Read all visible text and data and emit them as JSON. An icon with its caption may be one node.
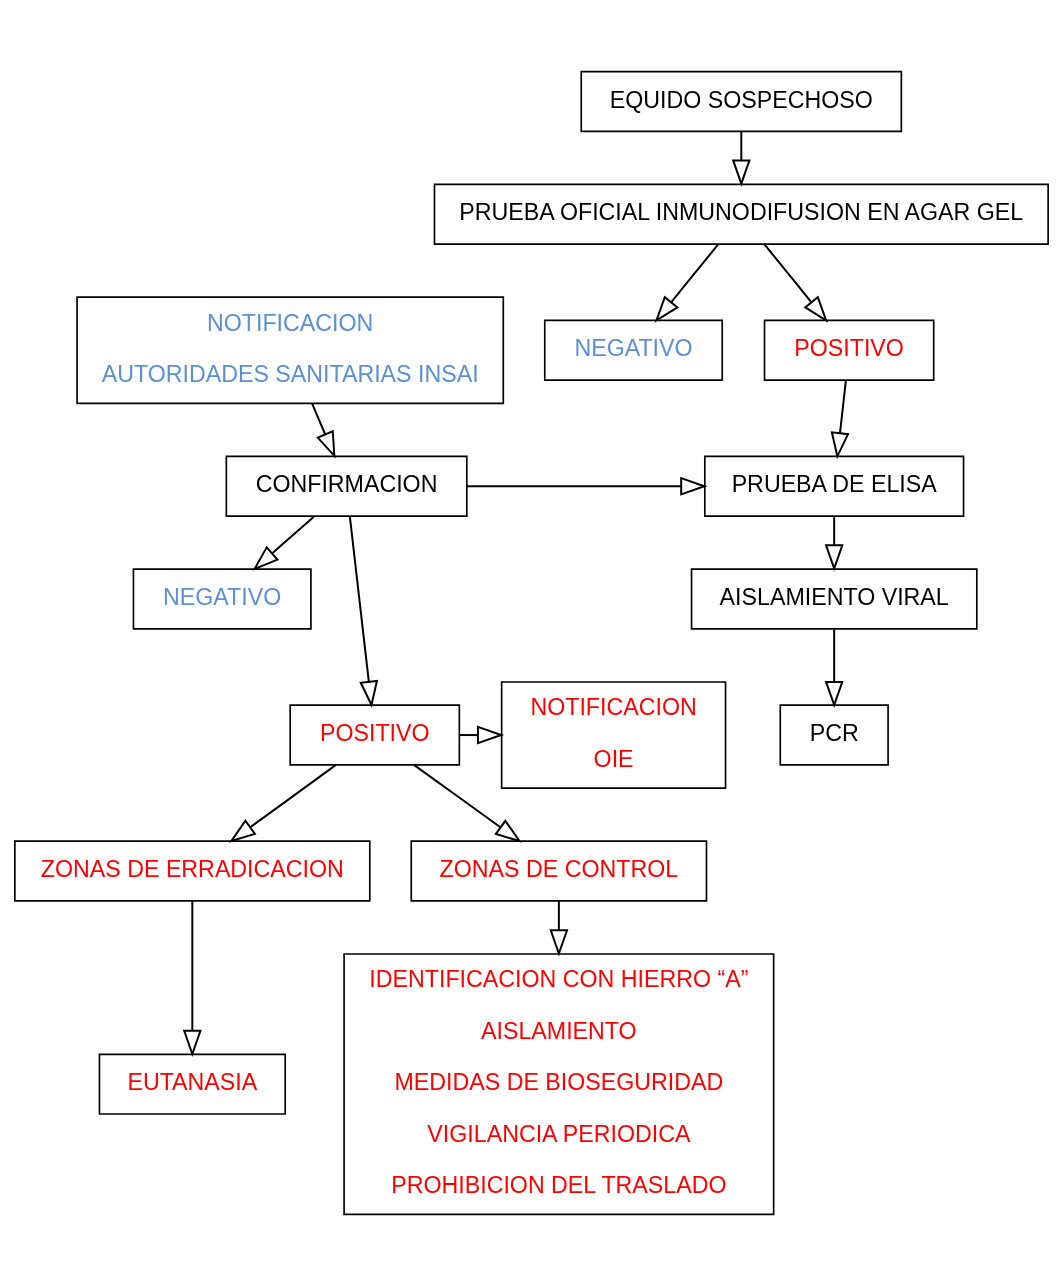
{
  "diagram": {
    "nodes": [
      {
        "text": [
          "EQUIDO SOSPECHOSO"
        ]
      },
      {
        "text": [
          "PRUEBA OFICIAL INMUNODIFUSION EN AGAR GEL"
        ]
      },
      {
        "text": [
          "NEGATIVO"
        ]
      },
      {
        "text": [
          "NOTIFICACION",
          "AUTORIDADES SANITARIAS INSAI"
        ]
      },
      {
        "text": [
          "POSITIVO"
        ]
      },
      {
        "text": [
          "CONFIRMACION"
        ]
      },
      {
        "text": [
          "PRUEBA DE ELISA"
        ]
      },
      {
        "text": [
          "NEGATIVO"
        ]
      },
      {
        "text": [
          "AISLAMIENTO VIRAL"
        ]
      },
      {
        "text": [
          "NOTIFICACION",
          "OIE"
        ]
      },
      {
        "text": [
          "POSITIVO"
        ]
      },
      {
        "text": [
          "PCR"
        ]
      },
      {
        "text": [
          "ZONAS DE ERRADICACION"
        ]
      },
      {
        "text": [
          "ZONAS DE CONTROL"
        ]
      },
      {
        "text": [
          "EUTANASIA"
        ]
      },
      {
        "text": [
          "IDENTIFICACION CON HIERRO “A”",
          "AISLAMIENTO",
          "MEDIDAS DE BIOSEGURIDAD",
          "VIGILANCIA PERIODICA",
          "PROHIBICION DEL TRASLADO"
        ]
      }
    ],
    "edges": [
      {
        "from": 0,
        "to": 1,
        "arrow": "to"
      },
      {
        "from": 1,
        "to": 2,
        "arrow": "to"
      },
      {
        "from": 1,
        "to": 4,
        "arrow": "to"
      },
      {
        "from": 3,
        "to": 5,
        "arrow": "to"
      },
      {
        "from": 4,
        "to": 6,
        "arrow": "to"
      },
      {
        "from": 5,
        "to": 7,
        "arrow": "to"
      },
      {
        "from": 5,
        "to": 6,
        "arrow": "to"
      },
      {
        "from": 6,
        "to": 8,
        "arrow": "to"
      },
      {
        "from": 5,
        "to": 10,
        "arrow": "to"
      },
      {
        "from": 8,
        "to": 11,
        "arrow": "to"
      },
      {
        "from": 10,
        "to": 9,
        "arrow": "to"
      },
      {
        "from": 10,
        "to": 12,
        "arrow": "to"
      },
      {
        "from": 10,
        "to": 13,
        "arrow": "to"
      },
      {
        "from": 12,
        "to": 14,
        "arrow": "to"
      },
      {
        "from": 13,
        "to": 15,
        "arrow": "to"
      }
    ]
  }
}
